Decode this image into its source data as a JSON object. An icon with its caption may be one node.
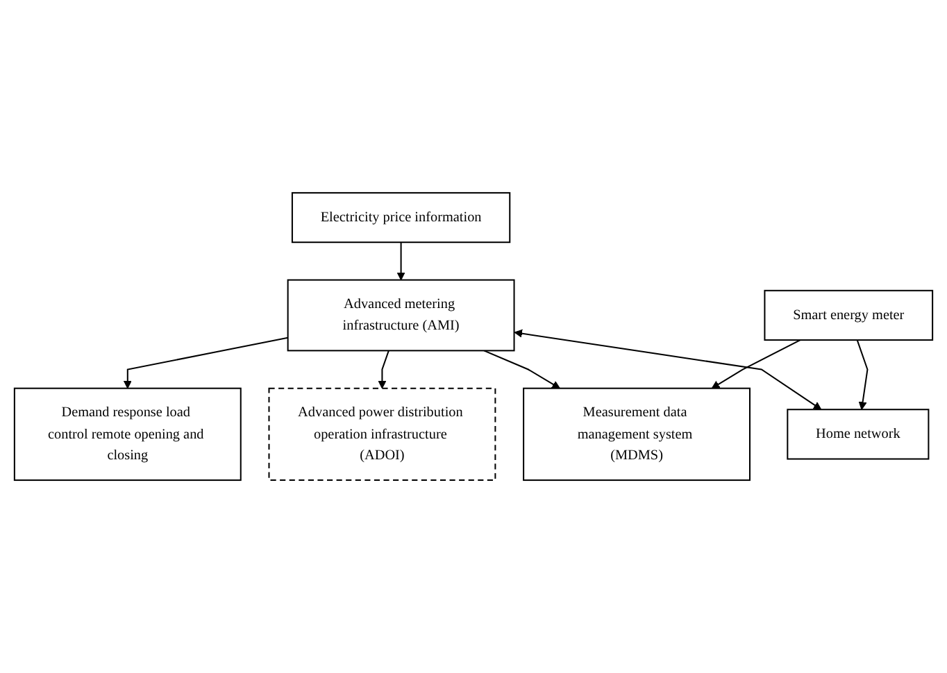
{
  "diagram": {
    "nodes": [
      {
        "text": [
          "Electricity price information"
        ]
      },
      {
        "text": [
          "Demand response load control remote opening and closing"
        ]
      },
      {
        "text": [
          "Advanced metering infrastructure (AMI)"
        ]
      },
      {
        "text": [
          "Advanced power distribution operation infrastructure (ADOI)"
        ]
      },
      {
        "text": [
          "Measurement data management system (MDMS)"
        ]
      },
      {
        "text": [
          "Home network"
        ]
      },
      {
        "text": [
          "Smart energy meter"
        ]
      }
    ],
    "edges": [
      {
        "from": 0,
        "to": 2,
        "arrow": "to"
      },
      {
        "from": 2,
        "to": 1,
        "arrow": "to"
      },
      {
        "from": 2,
        "to": 3,
        "arrow": "to"
      },
      {
        "from": 2,
        "to": 4,
        "arrow": "to"
      },
      {
        "from": 2,
        "to": 5,
        "arrow": "both"
      },
      {
        "from": 6,
        "to": 4,
        "arrow": "to"
      },
      {
        "from": 6,
        "to": 5,
        "arrow": "to"
      }
    ]
  }
}
